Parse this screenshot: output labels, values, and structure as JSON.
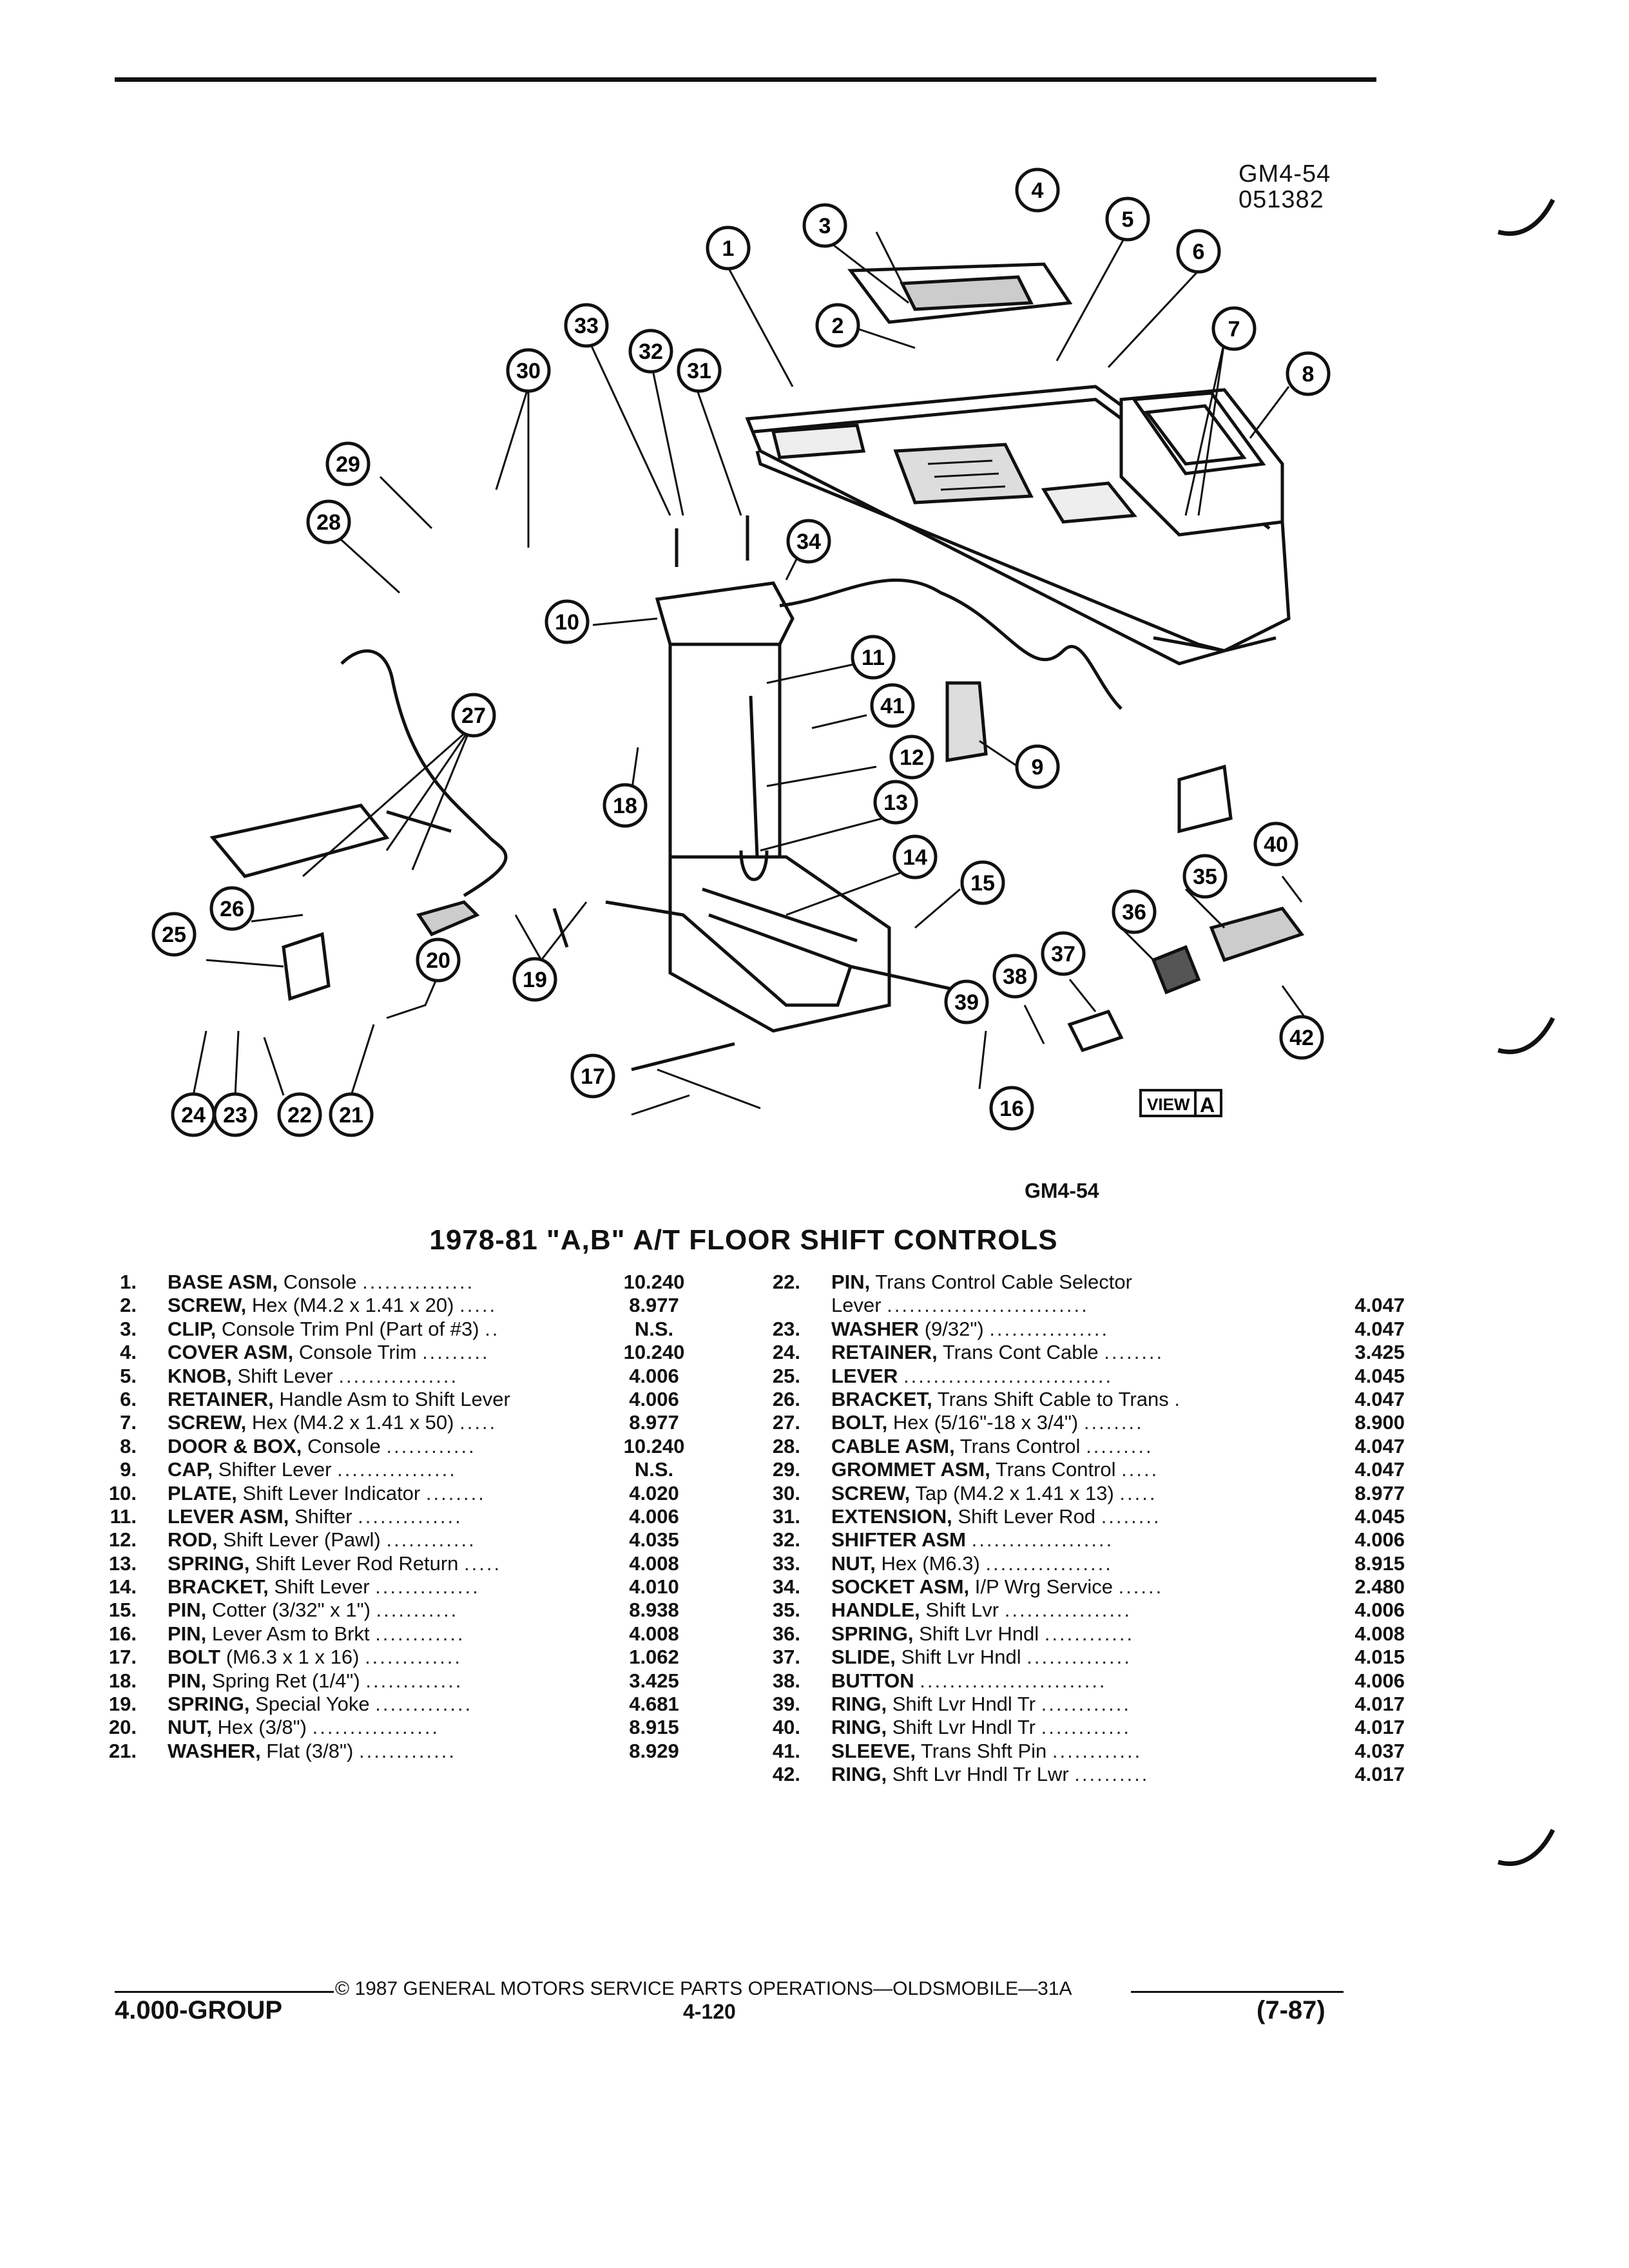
{
  "figure_code": "GM4-54",
  "figure_date": "051382",
  "figure_code_bottom": "GM4-54",
  "view_label": "VIEW",
  "view_letter": "A",
  "callouts": [
    "1",
    "2",
    "3",
    "4",
    "5",
    "6",
    "7",
    "8",
    "9",
    "10",
    "11",
    "12",
    "13",
    "14",
    "15",
    "16",
    "17",
    "18",
    "19",
    "20",
    "21",
    "22",
    "23",
    "24",
    "25",
    "26",
    "27",
    "28",
    "29",
    "30",
    "31",
    "32",
    "33",
    "34",
    "35",
    "36",
    "37",
    "38",
    "39",
    "40",
    "41",
    "42"
  ],
  "title": "1978-81 \"A,B\" A/T FLOOR SHIFT CONTROLS",
  "parts_left": [
    {
      "num": "1.",
      "name": "BASE ASM,",
      "desc": " Console",
      "dots": "...............",
      "code": "10.240"
    },
    {
      "num": "2.",
      "name": "SCREW,",
      "desc": " Hex (M4.2 x 1.41 x 20)",
      "dots": ".....",
      "code": "8.977"
    },
    {
      "num": "3.",
      "name": "CLIP,",
      "desc": " Console Trim Pnl (Part of #3)",
      "dots": "..",
      "code": "N.S."
    },
    {
      "num": "4.",
      "name": "COVER ASM,",
      "desc": " Console Trim",
      "dots": ".........",
      "code": "10.240"
    },
    {
      "num": "5.",
      "name": "KNOB,",
      "desc": " Shift Lever",
      "dots": "................",
      "code": "4.006"
    },
    {
      "num": "6.",
      "name": "RETAINER,",
      "desc": " Handle Asm to Shift Lever",
      "dots": "",
      "code": "4.006"
    },
    {
      "num": "7.",
      "name": "SCREW,",
      "desc": " Hex (M4.2 x 1.41 x 50)",
      "dots": ".....",
      "code": "8.977"
    },
    {
      "num": "8.",
      "name": "DOOR & BOX,",
      "desc": " Console",
      "dots": "............",
      "code": "10.240"
    },
    {
      "num": "9.",
      "name": "CAP,",
      "desc": " Shifter Lever",
      "dots": "................",
      "code": "N.S."
    },
    {
      "num": "10.",
      "name": "PLATE,",
      "desc": " Shift Lever Indicator",
      "dots": "........",
      "code": "4.020"
    },
    {
      "num": "11.",
      "name": "LEVER ASM,",
      "desc": " Shifter",
      "dots": "..............",
      "code": "4.006"
    },
    {
      "num": "12.",
      "name": "ROD,",
      "desc": " Shift Lever (Pawl)",
      "dots": "............",
      "code": "4.035"
    },
    {
      "num": "13.",
      "name": "SPRING,",
      "desc": " Shift Lever Rod Return",
      "dots": ".....",
      "code": "4.008"
    },
    {
      "num": "14.",
      "name": "BRACKET,",
      "desc": " Shift Lever",
      "dots": "..............",
      "code": "4.010"
    },
    {
      "num": "15.",
      "name": "PIN,",
      "desc": " Cotter (3/32\" x 1\")",
      "dots": "...........",
      "code": "8.938"
    },
    {
      "num": "16.",
      "name": "PIN,",
      "desc": " Lever Asm to Brkt",
      "dots": "............",
      "code": "4.008"
    },
    {
      "num": "17.",
      "name": "BOLT",
      "desc": " (M6.3 x 1 x 16)",
      "dots": ".............",
      "code": "1.062"
    },
    {
      "num": "18.",
      "name": "PIN,",
      "desc": " Spring Ret (1/4\")",
      "dots": ".............",
      "code": "3.425"
    },
    {
      "num": "19.",
      "name": "SPRING,",
      "desc": " Special Yoke",
      "dots": ".............",
      "code": "4.681"
    },
    {
      "num": "20.",
      "name": "NUT,",
      "desc": " Hex (3/8\")",
      "dots": ".................",
      "code": "8.915"
    },
    {
      "num": "21.",
      "name": "WASHER,",
      "desc": " Flat (3/8\")",
      "dots": ".............",
      "code": "8.929"
    }
  ],
  "parts_right": [
    {
      "num": "22.",
      "name": "PIN,",
      "desc": " Trans Control Cable Selector",
      "dots": "",
      "code": "",
      "cont": "Lever",
      "cont_dots": "...........................",
      "cont_code": "4.047"
    },
    {
      "num": "23.",
      "name": "WASHER",
      "desc": " (9/32\")",
      "dots": "................",
      "code": "4.047"
    },
    {
      "num": "24.",
      "name": "RETAINER,",
      "desc": " Trans Cont Cable",
      "dots": "........",
      "code": "3.425"
    },
    {
      "num": "25.",
      "name": "LEVER",
      "desc": "",
      "dots": "............................",
      "code": "4.045"
    },
    {
      "num": "26.",
      "name": "BRACKET,",
      "desc": " Trans Shift Cable to Trans",
      "dots": ".",
      "code": "4.047"
    },
    {
      "num": "27.",
      "name": "BOLT,",
      "desc": " Hex (5/16\"-18 x 3/4\")",
      "dots": "........",
      "code": "8.900"
    },
    {
      "num": "28.",
      "name": "CABLE ASM,",
      "desc": " Trans Control",
      "dots": ".........",
      "code": "4.047"
    },
    {
      "num": "29.",
      "name": "GROMMET ASM,",
      "desc": " Trans Control",
      "dots": ".....",
      "code": "4.047"
    },
    {
      "num": "30.",
      "name": "SCREW,",
      "desc": " Tap (M4.2 x 1.41 x 13)",
      "dots": ".....",
      "code": "8.977"
    },
    {
      "num": "31.",
      "name": "EXTENSION,",
      "desc": " Shift Lever Rod",
      "dots": "........",
      "code": "4.045"
    },
    {
      "num": "32.",
      "name": "SHIFTER ASM",
      "desc": "",
      "dots": "...................",
      "code": "4.006"
    },
    {
      "num": "33.",
      "name": "NUT,",
      "desc": " Hex (M6.3)",
      "dots": ".................",
      "code": "8.915"
    },
    {
      "num": "34.",
      "name": "SOCKET ASM,",
      "desc": " I/P Wrg Service",
      "dots": "......",
      "code": "2.480"
    },
    {
      "num": "35.",
      "name": "HANDLE,",
      "desc": " Shift Lvr",
      "dots": ".................",
      "code": "4.006"
    },
    {
      "num": "36.",
      "name": "SPRING,",
      "desc": " Shift Lvr Hndl",
      "dots": "............",
      "code": "4.008"
    },
    {
      "num": "37.",
      "name": "SLIDE,",
      "desc": " Shift Lvr Hndl",
      "dots": "..............",
      "code": "4.015"
    },
    {
      "num": "38.",
      "name": "BUTTON",
      "desc": "",
      "dots": ".........................",
      "code": "4.006"
    },
    {
      "num": "39.",
      "name": "RING,",
      "desc": " Shift Lvr Hndl Tr",
      "dots": "............",
      "code": "4.017"
    },
    {
      "num": "40.",
      "name": "RING,",
      "desc": " Shift Lvr Hndl Tr",
      "dots": "............",
      "code": "4.017"
    },
    {
      "num": "41.",
      "name": "SLEEVE,",
      "desc": " Trans Shft Pin",
      "dots": "............",
      "code": "4.037"
    },
    {
      "num": "42.",
      "name": "RING,",
      "desc": " Shft Lvr Hndl Tr Lwr",
      "dots": "..........",
      "code": "4.017"
    }
  ],
  "footer": {
    "copyright": "© 1987 GENERAL MOTORS SERVICE PARTS OPERATIONS—OLDSMOBILE—31A",
    "group": "4.000-GROUP",
    "page": "4-120",
    "date": "(7-87)"
  }
}
